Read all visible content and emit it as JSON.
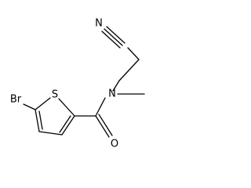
{
  "molecule": {
    "atoms": {
      "n_nitrile": "N",
      "c_nitrile": "C",
      "n_amide": "N",
      "o_carbonyl": "O",
      "s_ring": "S",
      "br": "Br"
    }
  }
}
